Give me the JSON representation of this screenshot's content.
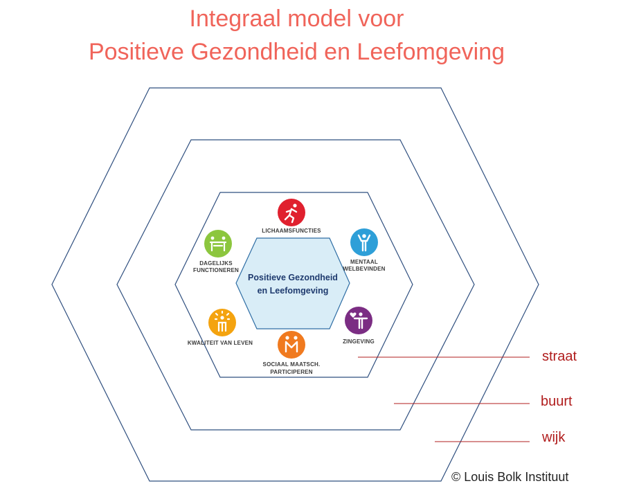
{
  "title": {
    "line1": "Integraal model voor",
    "line2": "Positieve Gezondheid en Leefomgeving"
  },
  "center": {
    "line1": "Positieve Gezondheid",
    "line2": "en Leefomgeving"
  },
  "dimensions": [
    {
      "lines": [
        "LICHAAMSFUNCTIES"
      ],
      "color": "#e0202e",
      "icon": "running-person-icon"
    },
    {
      "lines": [
        "MENTAAL",
        "WELBEVINDEN"
      ],
      "color": "#2e9fd8",
      "icon": "person-arms-up-icon"
    },
    {
      "lines": [
        "ZINGEVING"
      ],
      "color": "#7b2d83",
      "icon": "person-heart-icon"
    },
    {
      "lines": [
        "SOCIAAL MAATSCH.",
        "PARTICIPEREN"
      ],
      "color": "#f07a1f",
      "icon": "two-people-icon"
    },
    {
      "lines": [
        "KWALITEIT VAN LEVEN"
      ],
      "color": "#f4a30f",
      "icon": "person-sun-icon"
    },
    {
      "lines": [
        "DAGELIJKS",
        "FUNCTIONEREN"
      ],
      "color": "#8cc63e",
      "icon": "people-at-table-icon"
    }
  ],
  "rings": [
    {
      "label": "straat"
    },
    {
      "label": "buurt"
    },
    {
      "label": "wijk"
    }
  ],
  "colors": {
    "title": "#f0645a",
    "hexagon_stroke": "#2f4f7f",
    "center_fill": "#d9edf7",
    "ring_label": "#b01c1c",
    "leader_line": "#b01c1c"
  },
  "copyright": "© Louis Bolk Instituut"
}
